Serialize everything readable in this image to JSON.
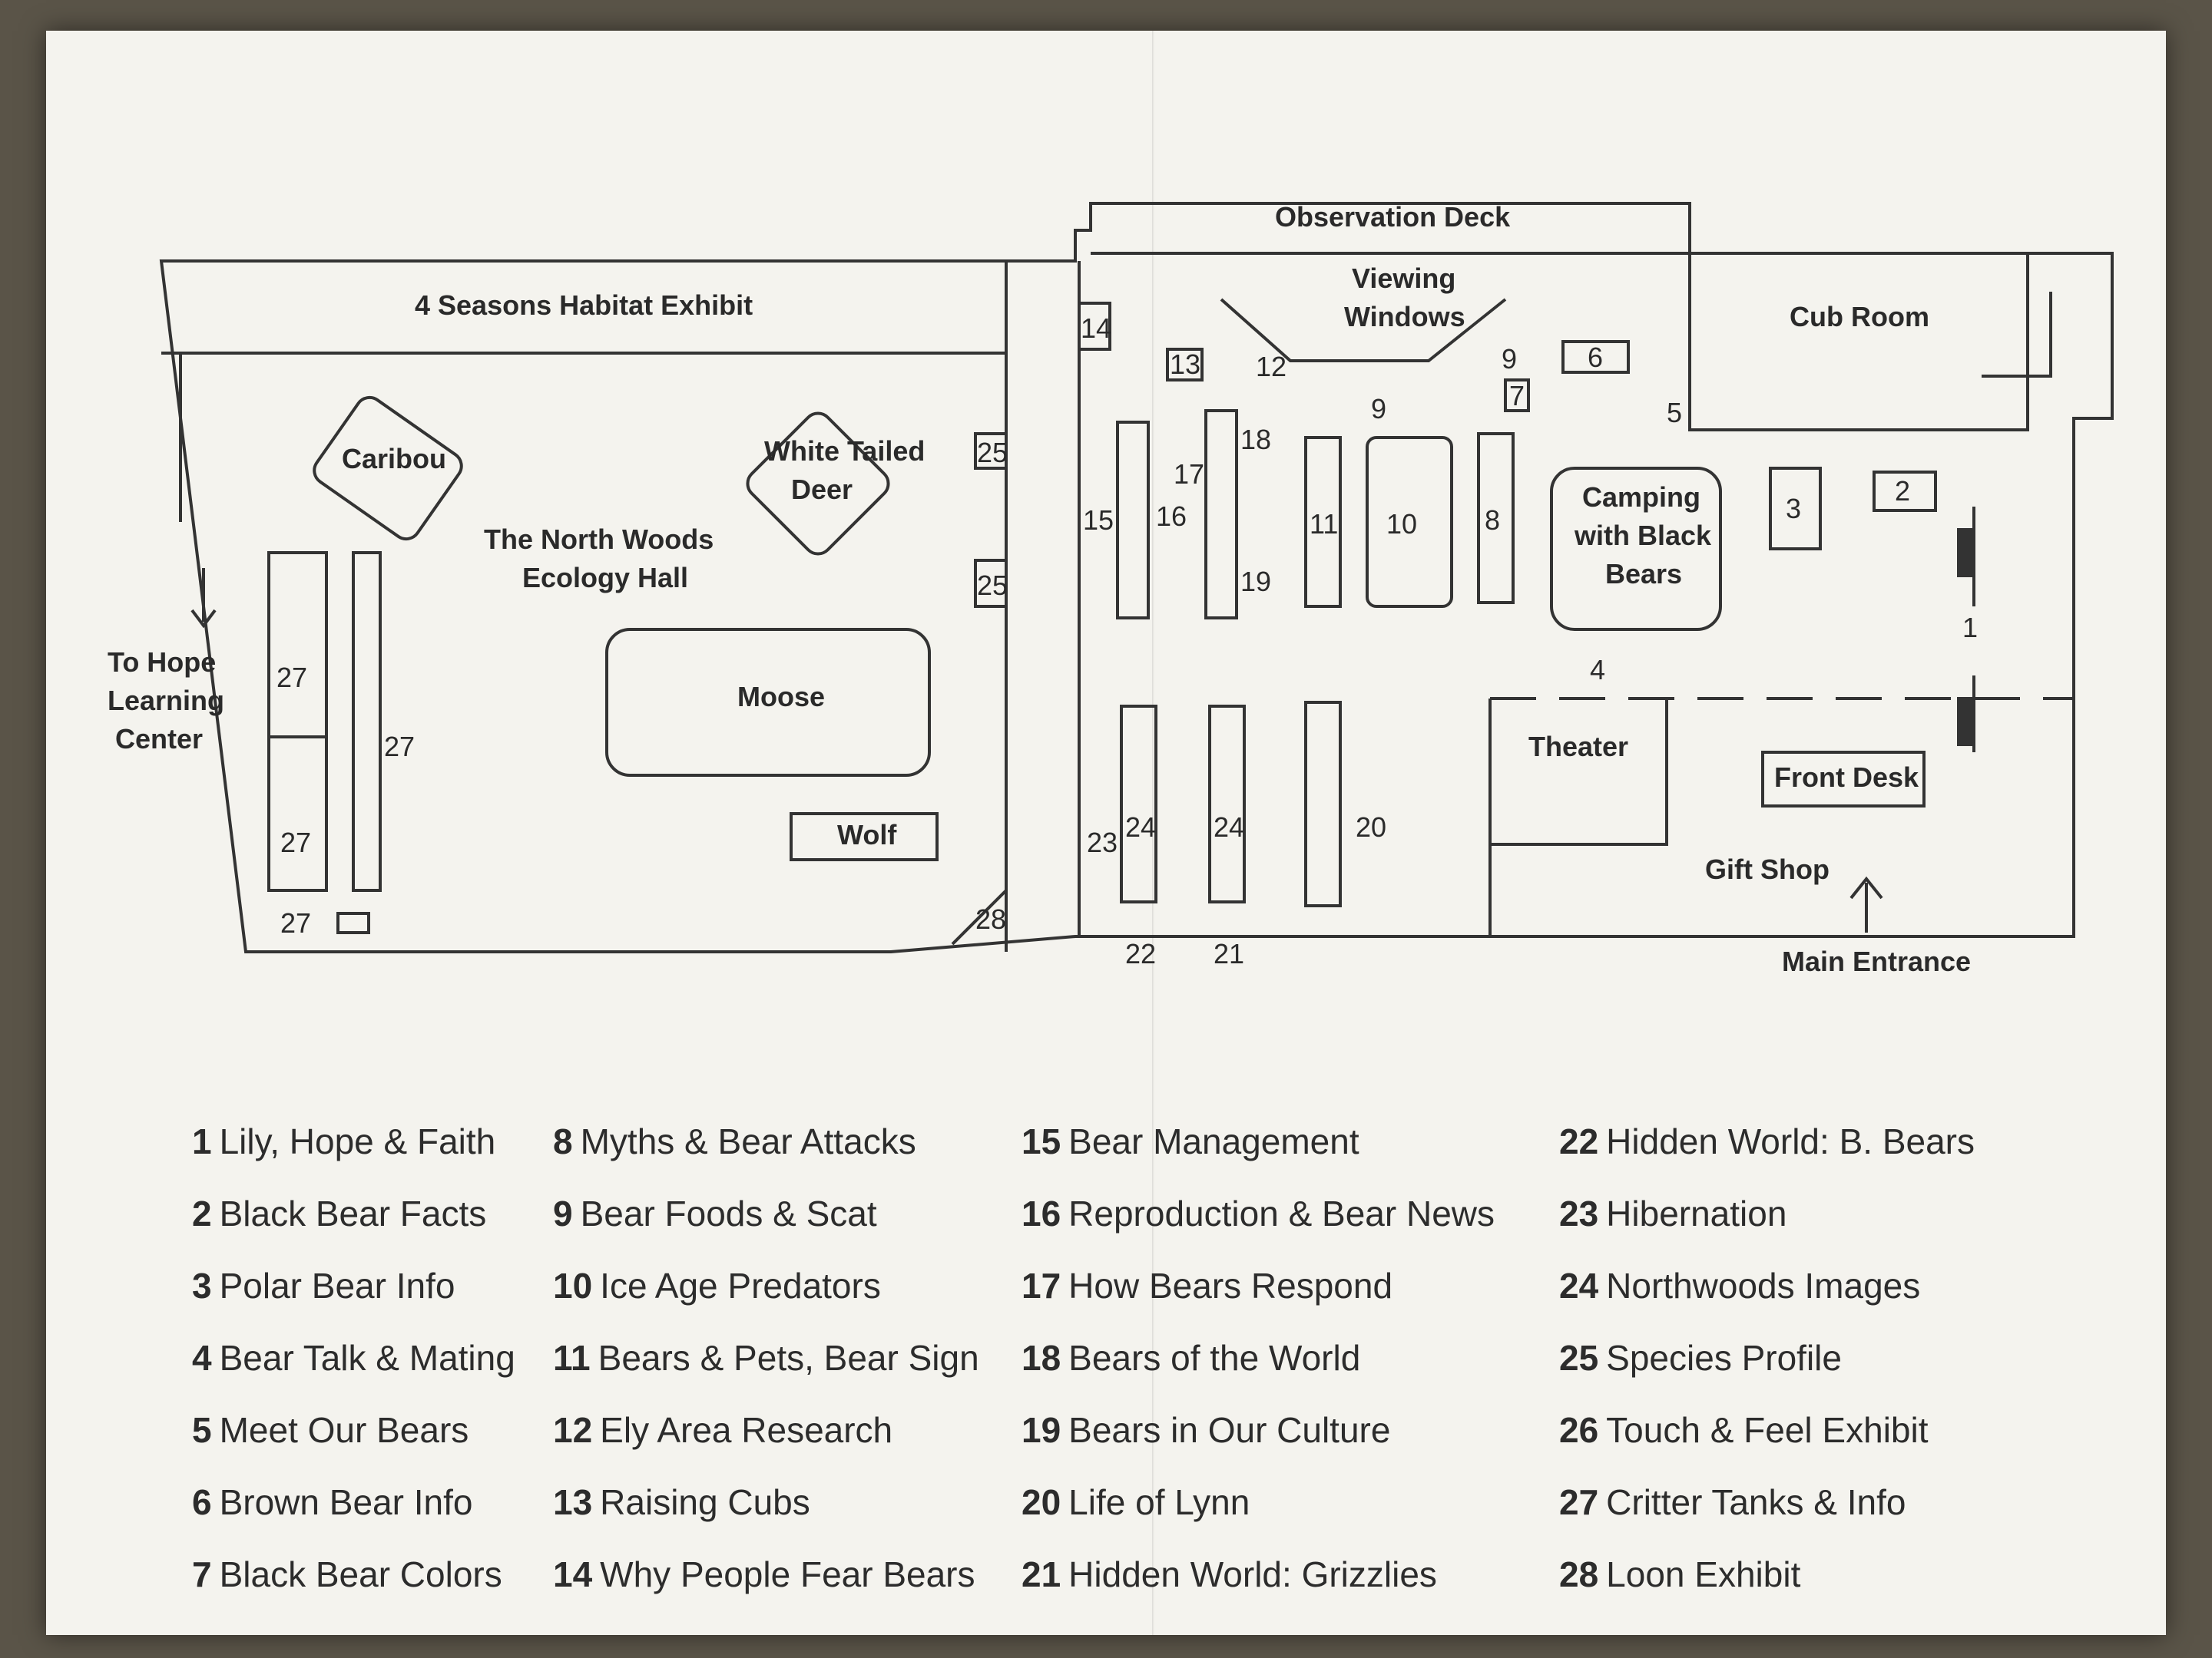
{
  "map": {
    "labels": {
      "observation_deck": "Observation Deck",
      "habitat": "4 Seasons Habitat Exhibit",
      "viewing_windows_1": "Viewing",
      "viewing_windows_2": "Windows",
      "cub_room": "Cub Room",
      "caribou": "Caribou",
      "deer_1": "White Tailed",
      "deer_2": "Deer",
      "hall_1": "The North Woods",
      "hall_2": "Ecology Hall",
      "moose": "Moose",
      "wolf": "Wolf",
      "camping_1": "Camping",
      "camping_2": "with Black",
      "camping_3": "Bears",
      "theater": "Theater",
      "front_desk": "Front Desk",
      "gift_shop": "Gift Shop",
      "main_entrance": "Main Entrance",
      "hope_1": "To Hope",
      "hope_2": "Learning",
      "hope_3": "Center"
    },
    "numbers": {
      "n1": "1",
      "n2": "2",
      "n3": "3",
      "n4": "4",
      "n5": "5",
      "n6": "6",
      "n7": "7",
      "n8": "8",
      "n9a": "9",
      "n9b": "9",
      "n10": "10",
      "n11": "11",
      "n12": "12",
      "n13": "13",
      "n14": "14",
      "n15": "15",
      "n16": "16",
      "n17": "17",
      "n18": "18",
      "n19": "19",
      "n20": "20",
      "n21": "21",
      "n22": "22",
      "n23": "23",
      "n24a": "24",
      "n24b": "24",
      "n25a": "25",
      "n25b": "25",
      "n27a": "27",
      "n27b": "27",
      "n27c": "27",
      "n27d": "27",
      "n28": "28"
    }
  },
  "legend": {
    "col1": [
      {
        "num": "1",
        "text": "Lily, Hope & Faith"
      },
      {
        "num": "2",
        "text": "Black Bear Facts"
      },
      {
        "num": "3",
        "text": "Polar Bear Info"
      },
      {
        "num": "4",
        "text": "Bear Talk & Mating"
      },
      {
        "num": "5",
        "text": "Meet Our Bears"
      },
      {
        "num": "6",
        "text": "Brown Bear Info"
      },
      {
        "num": "7",
        "text": "Black Bear Colors"
      }
    ],
    "col2": [
      {
        "num": "8",
        "text": "Myths & Bear Attacks"
      },
      {
        "num": "9",
        "text": "Bear Foods & Scat"
      },
      {
        "num": "10",
        "text": "Ice Age Predators"
      },
      {
        "num": "11",
        "text": "Bears & Pets, Bear Sign"
      },
      {
        "num": "12",
        "text": "Ely Area Research"
      },
      {
        "num": "13",
        "text": "Raising Cubs"
      },
      {
        "num": "14",
        "text": "Why People Fear Bears"
      }
    ],
    "col3": [
      {
        "num": "15",
        "text": "Bear Management"
      },
      {
        "num": "16",
        "text": "Reproduction & Bear News"
      },
      {
        "num": "17",
        "text": "How Bears Respond"
      },
      {
        "num": "18",
        "text": "Bears of the World"
      },
      {
        "num": "19",
        "text": "Bears in Our Culture"
      },
      {
        "num": "20",
        "text": "Life of Lynn"
      },
      {
        "num": "21",
        "text": "Hidden World: Grizzlies"
      }
    ],
    "col4": [
      {
        "num": "22",
        "text": "Hidden World: B. Bears"
      },
      {
        "num": "23",
        "text": "Hibernation"
      },
      {
        "num": "24",
        "text": "Northwoods Images"
      },
      {
        "num": "25",
        "text": "Species Profile"
      },
      {
        "num": "26",
        "text": "Touch & Feel Exhibit"
      },
      {
        "num": "27",
        "text": "Critter Tanks & Info"
      },
      {
        "num": "28",
        "text": "Loon Exhibit"
      }
    ]
  }
}
